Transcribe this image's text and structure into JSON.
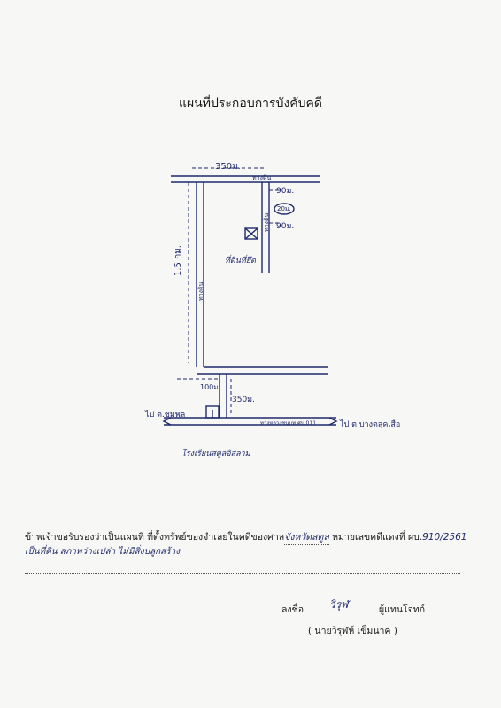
{
  "title": "แผนที่ประกอบการบังคับคดี",
  "map": {
    "top_distance": "350ม.",
    "road_top": "ทางดิน",
    "road_left_vertical": "ทางดิน",
    "road_right_vertical": "ทางดิน",
    "left_distance": "1.5 กม.",
    "dist_right_1": "90ม.",
    "dist_right_2": "90ม.",
    "circle_label": "20ม.",
    "property_label": "ที่ดินที่ยึด",
    "dist_bottom_left": "100ม.",
    "dist_bottom_right": "350ม.",
    "to_left": "ไป ต.ชุมพล",
    "to_right": "ไป ต.บางตลุคเสือ",
    "highway_label": "ทางหลวงชนบท ศบ.011",
    "school_label": "โรงเรียนสตูลอิสลาม"
  },
  "certification": {
    "prefix": "ข้าพเจ้าขอรับรองว่าเป็นแผนที่ ที่ตั้งทรัพย์ของจำเลยในคดีของศาล",
    "court_name": "จังหวัดสตูล",
    "case_label": "หมายเลขคดีแดงที่ ผบ.",
    "case_number": "910/2561",
    "note": "เป็นที่ดิน สภาพว่างเปล่า ไม่มีสิ่งปลูกสร้าง"
  },
  "signature": {
    "sign_label": "ลงชื่อ",
    "signature_text": "วิรุฬ",
    "role": "ผู้แทนโจทก์",
    "name": "( นายวิรุฬห์ เข็มนาค )"
  }
}
